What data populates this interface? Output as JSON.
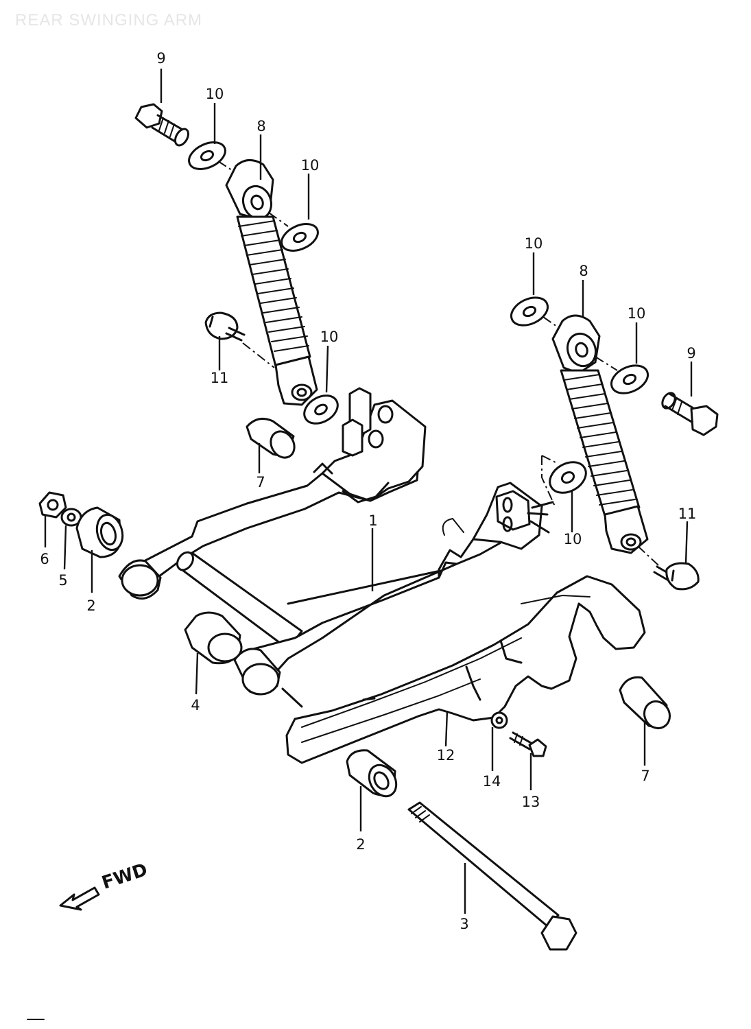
{
  "title": "REAR SWINGING ARM",
  "fwd_label": "FWD",
  "callouts": [
    {
      "id": "c9a",
      "text": "9"
    },
    {
      "id": "c10a",
      "text": "10"
    },
    {
      "id": "c8a",
      "text": "8"
    },
    {
      "id": "c10b",
      "text": "10"
    },
    {
      "id": "c10c",
      "text": "10"
    },
    {
      "id": "c11a",
      "text": "11"
    },
    {
      "id": "c7a",
      "text": "7"
    },
    {
      "id": "c10d",
      "text": "10"
    },
    {
      "id": "c8b",
      "text": "8"
    },
    {
      "id": "c10e",
      "text": "10"
    },
    {
      "id": "c9b",
      "text": "9"
    },
    {
      "id": "c10f",
      "text": "10"
    },
    {
      "id": "c11b",
      "text": "11"
    },
    {
      "id": "c6",
      "text": "6"
    },
    {
      "id": "c5",
      "text": "5"
    },
    {
      "id": "c2a",
      "text": "2"
    },
    {
      "id": "c1",
      "text": "1"
    },
    {
      "id": "c4",
      "text": "4"
    },
    {
      "id": "c12",
      "text": "12"
    },
    {
      "id": "c14",
      "text": "14"
    },
    {
      "id": "c13",
      "text": "13"
    },
    {
      "id": "c7b",
      "text": "7"
    },
    {
      "id": "c2b",
      "text": "2"
    },
    {
      "id": "c3",
      "text": "3"
    }
  ]
}
